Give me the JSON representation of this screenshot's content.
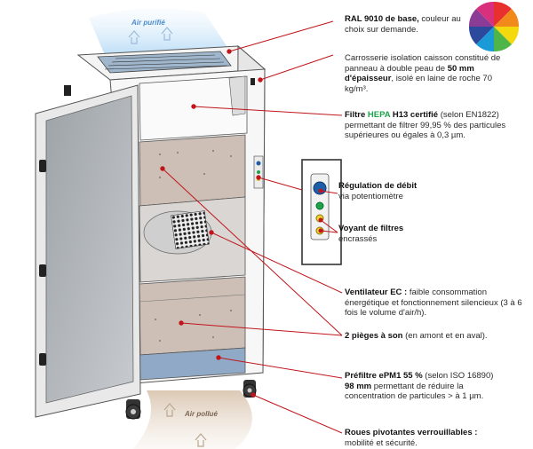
{
  "airflow": {
    "top_label": "Air purifié",
    "bottom_label": "Air pollué"
  },
  "annotations": [
    {
      "id": "ral",
      "bold": "RAL 9010 de base,",
      "text": " couleur au choix sur demande."
    },
    {
      "id": "carrosserie",
      "pre": "Carrosserie isolation caisson constitué de panneau à double peau de ",
      "bold": "50 mm d'épaisseur",
      "post": ", isolé en laine de roche 70 kg/m³."
    },
    {
      "id": "filtre",
      "bold1": "Filtre ",
      "green": "HEPA",
      "bold2": " H13 certifié",
      "text": " (selon EN1822) permettant de filtrer 99,95 % des particules supérieures ou égales à 0,3 µm."
    },
    {
      "id": "regulation",
      "bold": "Régulation de débit",
      "text": " via potentiomètre"
    },
    {
      "id": "voyant",
      "bold": "Voyant de filtres",
      "text": " encrassés"
    },
    {
      "id": "ventilateur",
      "bold": "Ventilateur EC :",
      "text": " faible consommation énergétique et fonctionnement silencieux (3 à 6 fois le volume d'air/h)."
    },
    {
      "id": "pieges",
      "bold": "2 pièges à son",
      "text": " (en amont et en aval)."
    },
    {
      "id": "prefiltre",
      "bold1": "Préfiltre ePM1 55 %",
      "text1": " (selon ISO 16890) ",
      "bold2": "98 mm",
      "text2": " permettant de réduire la concentration de particules > à 1 µm."
    },
    {
      "id": "roues",
      "bold": "Roues pivotantes verrouillables :",
      "text": " mobilité et sécurité."
    }
  ],
  "colors": {
    "leader": "#c0151b",
    "green": "#1aa34a",
    "panel": "#cdbfb6",
    "frame": "#e8e8e8",
    "air_clean": "#cfe6f8",
    "air_dirty": "#e3d4c4"
  }
}
